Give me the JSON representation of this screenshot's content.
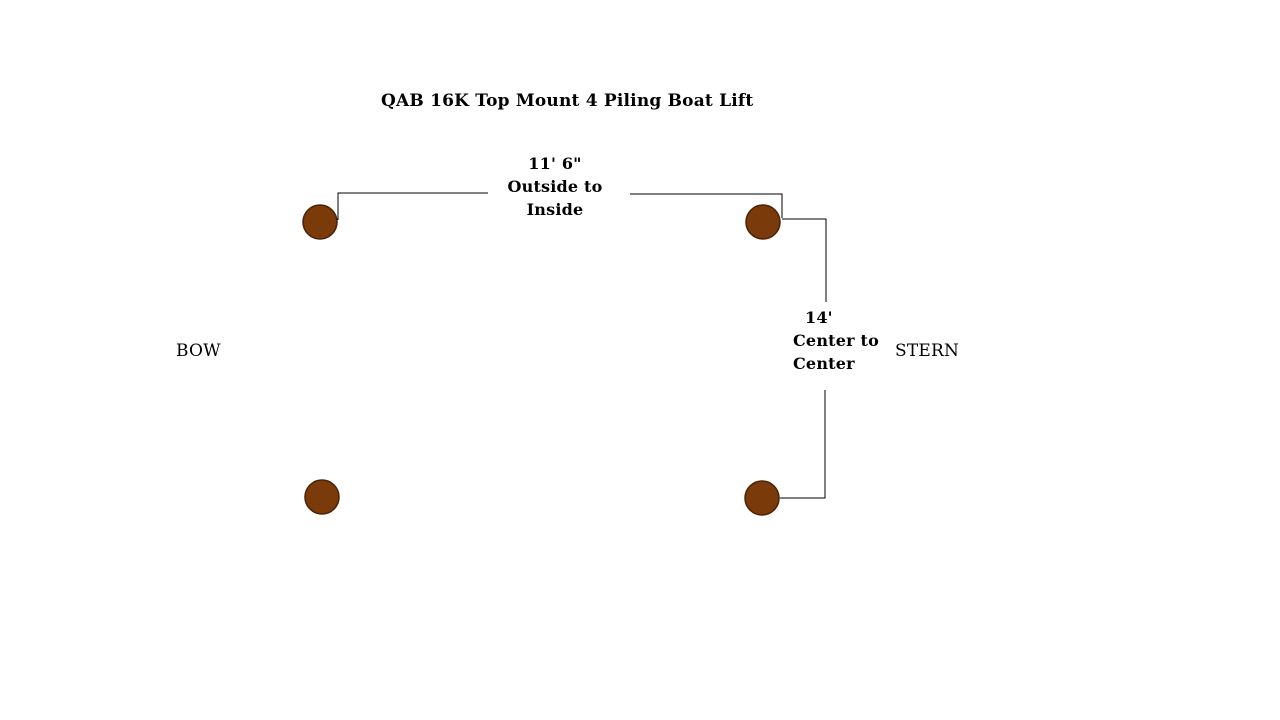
{
  "title": "QAB 16K Top Mount 4 Piling Boat Lift",
  "labels": {
    "bow": "BOW",
    "stern": "STERN"
  },
  "dimensions": {
    "width": {
      "value": "11' 6\"",
      "line1": "Outside to",
      "line2": "Inside"
    },
    "length": {
      "value": "14'",
      "line1": "Center to",
      "line2": "Center"
    }
  },
  "colors": {
    "piling_fill": "#7b3a0a",
    "piling_stroke": "#4a2206",
    "line": "#000000",
    "background": "#ffffff"
  }
}
